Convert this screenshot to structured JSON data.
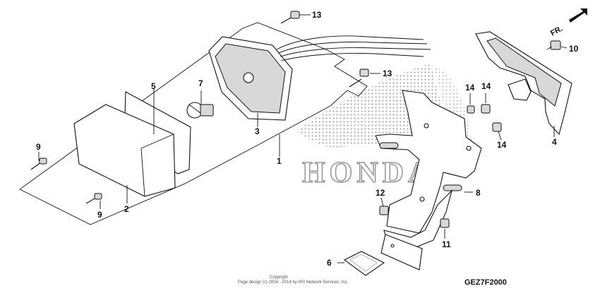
{
  "diagram": {
    "callouts": [
      "13",
      "13",
      "10",
      "7",
      "5",
      "3",
      "14",
      "14",
      "14",
      "9",
      "1",
      "4",
      "12",
      "8",
      "9",
      "2",
      "11",
      "6"
    ],
    "watermark_text": "HONDA",
    "fr_label": "FR.",
    "copyright_title": "Copyright",
    "copyright_line": "Page design (c) 2004 - 2014 by ARI Network Services, Inc.",
    "diagram_code": "GEZ7F2000"
  }
}
